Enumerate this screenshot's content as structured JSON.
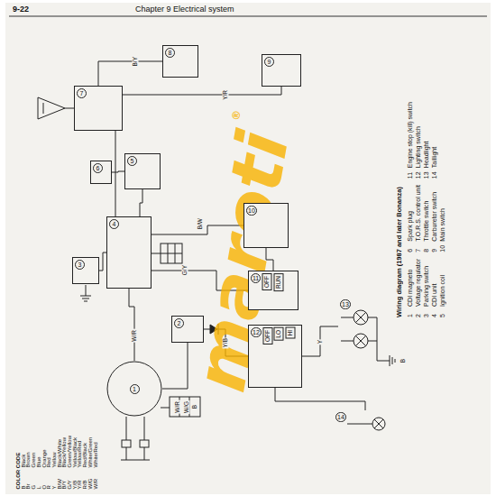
{
  "diagram": {
    "title": "Wiring diagram (1987 and later Bonanza)",
    "nodes": [
      {
        "text": [
          "1"
        ]
      },
      {
        "text": [
          "2"
        ]
      },
      {
        "text": [
          "3"
        ]
      },
      {
        "text": [
          "4"
        ]
      },
      {
        "text": [
          "5"
        ]
      },
      {
        "text": [
          "6"
        ]
      },
      {
        "text": [
          "7"
        ]
      },
      {
        "text": [
          "8"
        ]
      },
      {
        "text": [
          "9"
        ]
      },
      {
        "text": [
          "10"
        ]
      },
      {
        "text": [
          "11",
          "OFF",
          "RUN"
        ]
      },
      {
        "text": [
          "12",
          "OFF",
          "LO",
          "HI"
        ]
      },
      {
        "text": [
          "13"
        ]
      },
      {
        "text": [
          "14"
        ]
      }
    ],
    "edges": [
      {
        "from": 0,
        "to": 3,
        "arrow": "none"
      },
      {
        "from": 0,
        "to": 1,
        "arrow": "none"
      },
      {
        "from": 2,
        "to": 3,
        "arrow": "none"
      },
      {
        "from": 3,
        "to": 4,
        "arrow": "none"
      },
      {
        "from": 4,
        "to": 5,
        "arrow": "none"
      },
      {
        "from": 3,
        "to": 6,
        "arrow": "none"
      },
      {
        "from": 6,
        "to": 7,
        "arrow": "none"
      },
      {
        "from": 6,
        "to": 8,
        "arrow": "none"
      },
      {
        "from": 3,
        "to": 9,
        "arrow": "none"
      },
      {
        "from": 3,
        "to": 10,
        "arrow": "none"
      },
      {
        "from": 1,
        "to": 11,
        "arrow": "none"
      },
      {
        "from": 11,
        "to": 12,
        "arrow": "none"
      },
      {
        "from": 11,
        "to": 13,
        "arrow": "none"
      },
      {
        "from": 9,
        "to": 10,
        "arrow": "none"
      }
    ],
    "labels": [
      "9-22",
      "Chapter 9 Electrical system",
      "1",
      "CDI magneto",
      "2",
      "Voltage regulator",
      "3",
      "Parking switch",
      "4",
      "CDI unit",
      "5",
      "Ignition coil",
      "6",
      "Spark plug",
      "7",
      "T.O.R.S. control unit",
      "8",
      "Throttle switch",
      "9",
      "Carburetor switch",
      "10",
      "Main switch",
      "11",
      "Engine stop (kill) switch",
      "12",
      "Lighting switch",
      "13",
      "Headlight",
      "14",
      "Taillight",
      "COLOR CODE",
      "B",
      "Black",
      "Br",
      "Brown",
      "G",
      "Green",
      "L",
      "Blue",
      "O",
      "Orange",
      "R",
      "Red",
      "Y",
      "Yellow",
      "B/W",
      "Black/White",
      "B/Y",
      "Black/Yellow",
      "G/Y",
      "Green/Yellow",
      "Y/B",
      "Yellow/Black",
      "Y/R",
      "Yellow/Red",
      "R/B",
      "Red/Black",
      "W/G",
      "White/Green",
      "W/R",
      "White/Red",
      "maroti",
      "®",
      "W/R",
      "W/G",
      "B",
      "B/W",
      "B/Y",
      "Y/R",
      "W/R",
      "G/Y",
      "Y/B",
      "Y",
      "B"
    ]
  }
}
